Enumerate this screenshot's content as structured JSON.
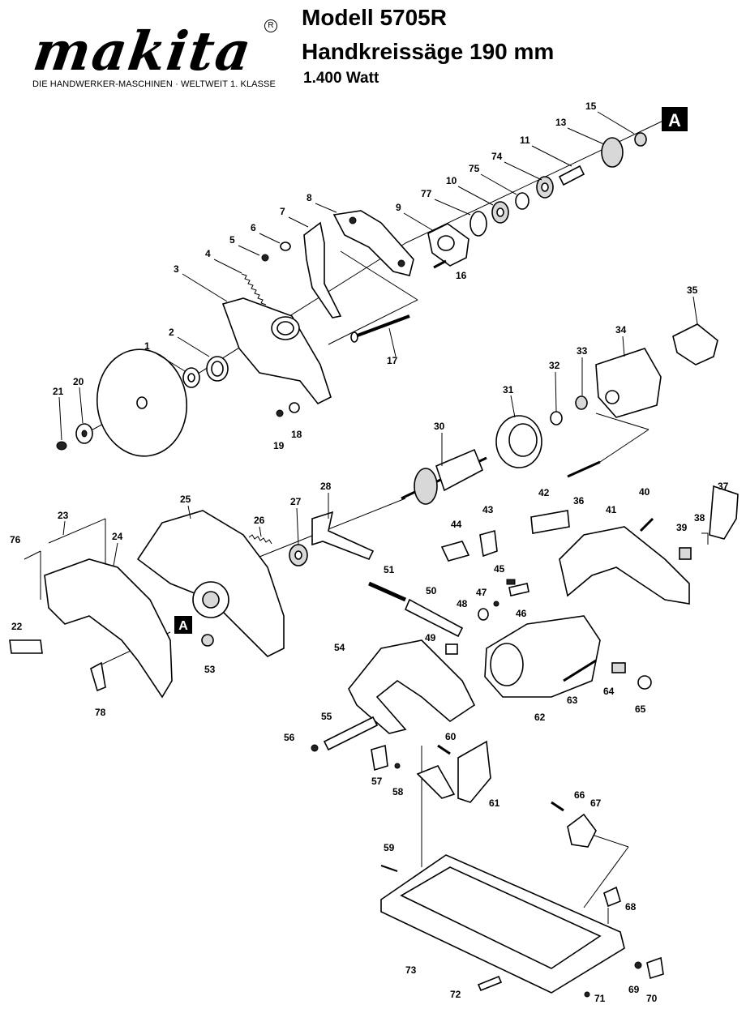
{
  "brand": {
    "logo_text": "makita",
    "registered_mark": "R",
    "tagline": "DIE HANDWERKER-MASCHINEN · WELTWEIT 1. KLASSE"
  },
  "header": {
    "model": "Modell 5705R",
    "product": "Handkreissäge 190 mm",
    "power": "1.400 Watt"
  },
  "reference_markers": {
    "top": "A",
    "cover": "A"
  },
  "part_numbers": {
    "p1": "1",
    "p2": "2",
    "p3": "3",
    "p4": "4",
    "p5": "5",
    "p6": "6",
    "p7": "7",
    "p8": "8",
    "p9": "9",
    "p10": "10",
    "p11": "11",
    "p13": "13",
    "p15": "15",
    "p16": "16",
    "p17": "17",
    "p18": "18",
    "p19": "19",
    "p20": "20",
    "p21": "21",
    "p22": "22",
    "p23": "23",
    "p24": "24",
    "p25": "25",
    "p26": "26",
    "p27": "27",
    "p28": "28",
    "p30": "30",
    "p31": "31",
    "p32": "32",
    "p33": "33",
    "p34": "34",
    "p35": "35",
    "p36": "36",
    "p37": "37",
    "p38": "38",
    "p39": "39",
    "p40": "40",
    "p41": "41",
    "p42": "42",
    "p43": "43",
    "p44": "44",
    "p45": "45",
    "p46": "46",
    "p47": "47",
    "p48": "48",
    "p49": "49",
    "p50": "50",
    "p51": "51",
    "p53": "53",
    "p54": "54",
    "p55": "55",
    "p56": "56",
    "p57": "57",
    "p58": "58",
    "p59": "59",
    "p60": "60",
    "p61": "61",
    "p62": "62",
    "p63": "63",
    "p64": "64",
    "p65": "65",
    "p66": "66",
    "p67": "67",
    "p68": "68",
    "p69": "69",
    "p70": "70",
    "p71": "71",
    "p72": "72",
    "p73": "73",
    "p74": "74",
    "p75": "75",
    "p76": "76",
    "p77": "77",
    "p78": "78"
  }
}
